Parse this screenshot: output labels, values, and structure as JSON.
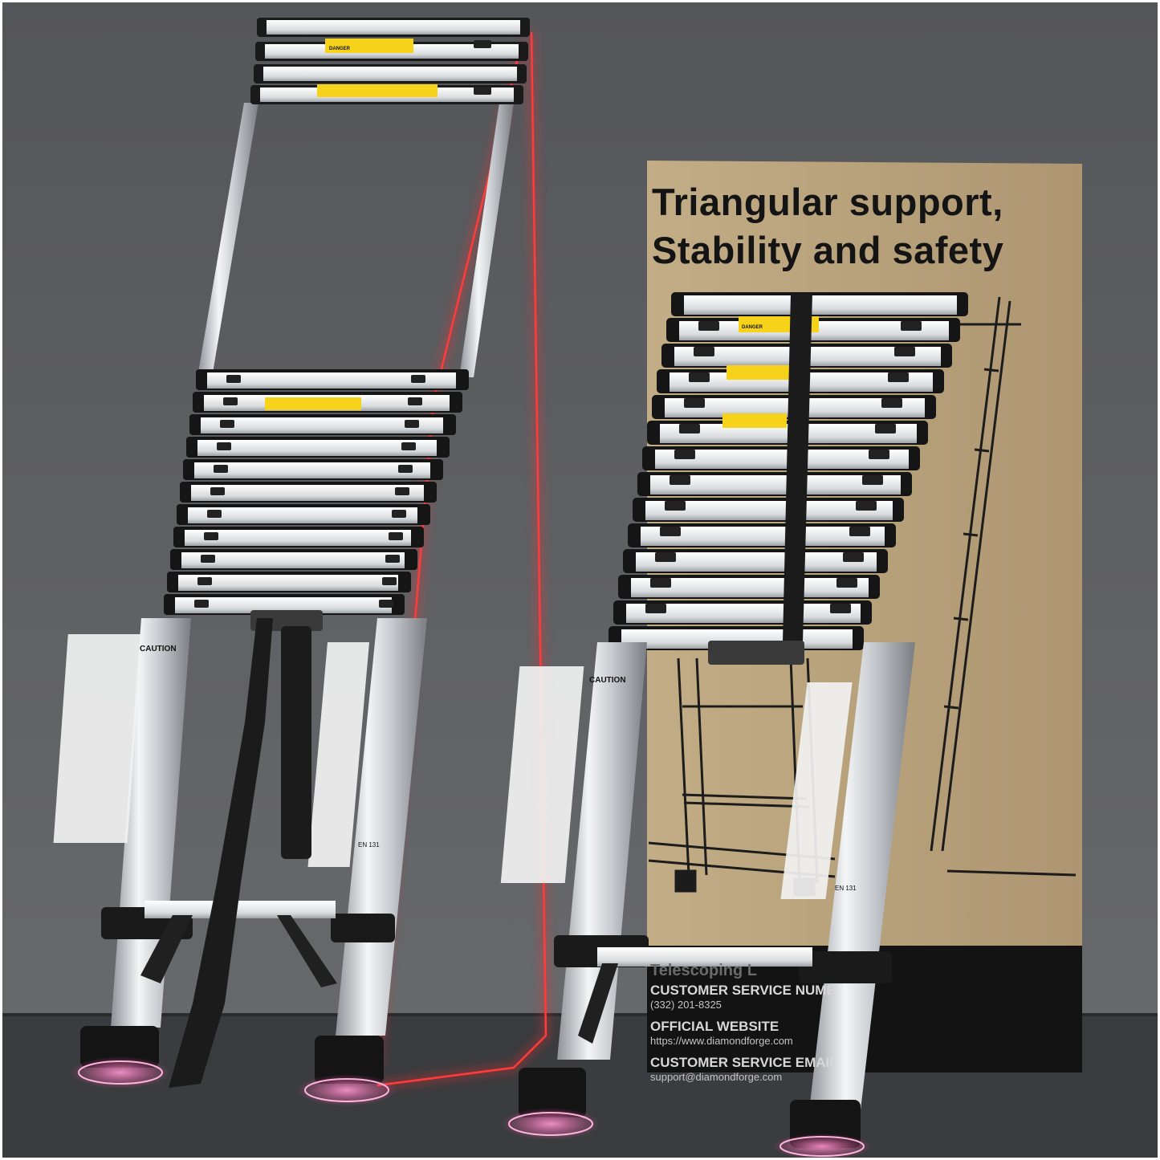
{
  "headline": {
    "line1": "Triangular support,",
    "line2": "Stability and safety"
  },
  "box_info": {
    "partial_title": "Telescoping L",
    "service_number_label": "CUSTOMER SERVICE NUMB",
    "service_number": "(332) 201-8325",
    "website_label": "OFFICIAL WEBSITE",
    "website": "https://www.diamondforge.com",
    "email_label": "CUSTOMER SERVICE EMAIL",
    "email": "support@diamondforge.com"
  },
  "ladder_labels": {
    "danger": "DANGER",
    "caution": "CAUTION",
    "standard": "EN 131"
  },
  "colors": {
    "background": "#5a5b5e",
    "floor": "#3b3c3f",
    "box_kraft": "#b9a37d",
    "box_base": "#131313",
    "laser": "#ff2b2b",
    "aluminum": "#d6d9dd",
    "rubber": "#141414",
    "warning_yellow": "#f6d21a"
  }
}
